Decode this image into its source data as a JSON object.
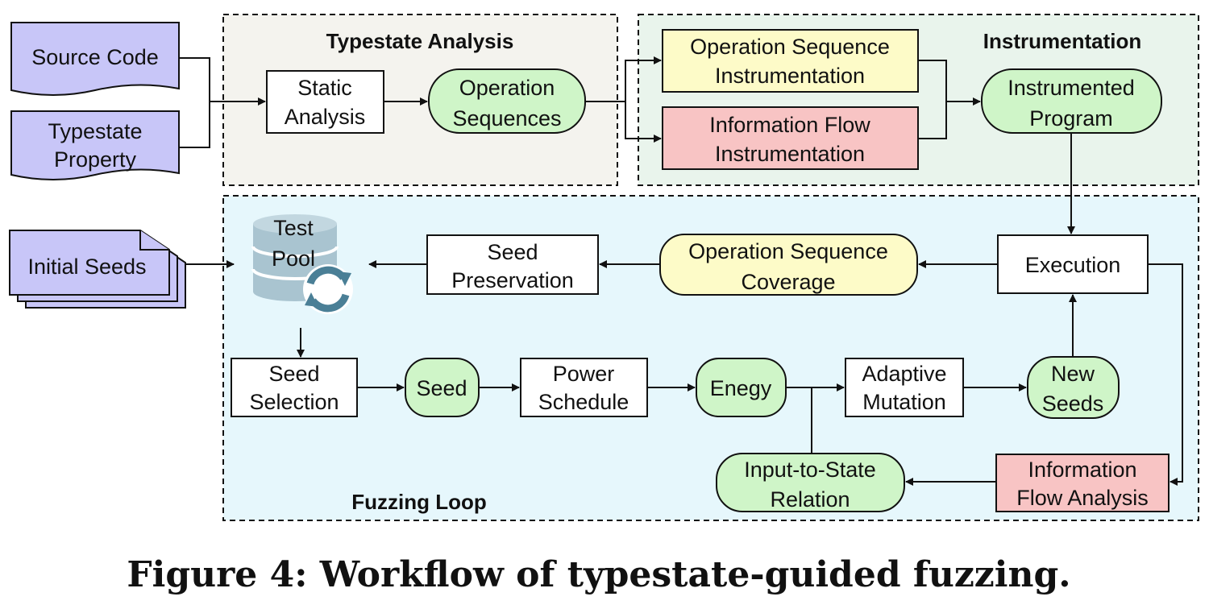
{
  "groups": {
    "typestate_analysis": "Typestate Analysis",
    "instrumentation": "Instrumentation",
    "fuzzing_loop": "Fuzzing Loop"
  },
  "inputs": {
    "source_code": "Source Code",
    "typestate_property": [
      "Typestate",
      "Property"
    ],
    "initial_seeds": "Initial Seeds"
  },
  "nodes": {
    "static_analysis": [
      "Static",
      "Analysis"
    ],
    "operation_sequences": [
      "Operation",
      "Sequences"
    ],
    "op_seq_instrumentation": [
      "Operation Sequence",
      "Instrumentation"
    ],
    "info_flow_instrumentation": [
      "Information Flow",
      "Instrumentation"
    ],
    "instrumented_program": [
      "Instrumented",
      "Program"
    ],
    "test_pool": [
      "Test",
      "Pool"
    ],
    "seed_preservation": [
      "Seed",
      "Preservation"
    ],
    "op_seq_coverage": [
      "Operation Sequence",
      "Coverage"
    ],
    "execution": "Execution",
    "seed_selection": [
      "Seed",
      "Selection"
    ],
    "seed": "Seed",
    "power_schedule": [
      "Power",
      "Schedule"
    ],
    "energy": "Enegy",
    "adaptive_mutation": [
      "Adaptive",
      "Mutation"
    ],
    "new_seeds": [
      "New",
      "Seeds"
    ],
    "input_to_state": [
      "Input-to-State",
      "Relation"
    ],
    "info_flow_analysis": [
      "Information",
      "Flow Analysis"
    ]
  },
  "caption": "Figure 4: Workflow of typestate-guided fuzzing.",
  "colors": {
    "document_fill": "#c8c6f8",
    "green_fill": "#cff5c8",
    "yellow_fill": "#fdfbc8",
    "red_fill": "#f8c4c4",
    "typestate_bg": "#f4f3ee",
    "instrumentation_bg": "#e9f4ec",
    "fuzzing_bg": "#e6f7fc",
    "database": "#a9c4d0",
    "refresh_icon": "#4a7f96"
  }
}
